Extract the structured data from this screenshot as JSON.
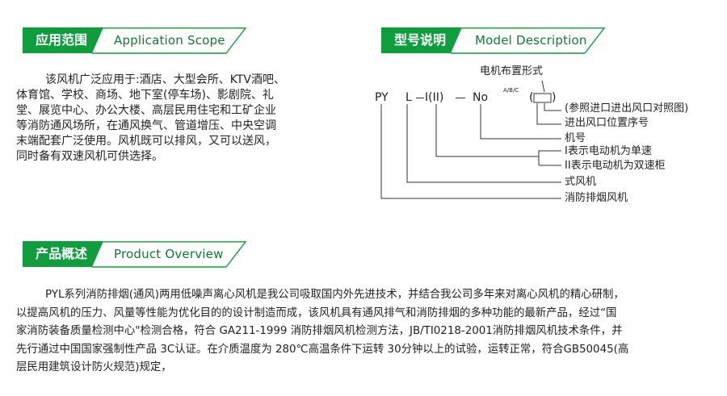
{
  "scope": {
    "title_cn": "应用范围",
    "title_en": "Application Scope",
    "lines": [
      "该风机广泛应用于:酒店、大型会所、KTV酒吧、",
      "体育馆、学校、商场、地下室(停车场)、影剧院、礼",
      "堂、展览中心、办公大楼、高层民用住宅和工矿企业",
      "等消防通风场所，在通风换气、管道增压、中央空调",
      "末端配套广泛使用。风机既可以排风，又可以送风，",
      "同时备有双速风机可供选择。"
    ]
  },
  "model": {
    "title_cn": "型号说明",
    "title_en": "Model Description",
    "top_label": "电机布置形式",
    "code": {
      "py": "PY",
      "l": "L",
      "i": "I(II)",
      "no": "No",
      "sup": "A/B/C",
      "bracket_open": "(",
      "bracket_close": ")"
    },
    "descriptions": [
      "(参照进口进出风口对照图)",
      "进出风口位置序号",
      "机号",
      "I表示电动机为单速",
      "II表示电动机为双速柜",
      "式风机",
      "消防排烟风机"
    ]
  },
  "overview": {
    "title_cn": "产品概述",
    "title_en": "Product Overview",
    "lines": [
      "PYL系列消防排烟(通风)两用低噪声离心风机是我公司吸取国内外先进技术，并结合我公司多年来对离心风机的精心研制，",
      "以提高风机的压力、风量等性能为优化目的的设计制造而成，该风机具有通风排气和消防排烟的多种功能的最新产品，经过“国",
      "家消防装备质量检测中心\"检测合格，符合  GA211-1999  消防排烟风机检测方法，JB/TI0218-2001消防排烟风机技术条件，并",
      "先行通过中国国家强制性产品  3C认证。在介质温度为  280℃高温条件下运转  30分钟以上的试验，运转正常，符合GB50045(高",
      "层民用建筑设计防火规范)规定，"
    ]
  },
  "colors": {
    "accent": "#0f9d3d",
    "accent_text": "#0f7a33"
  }
}
